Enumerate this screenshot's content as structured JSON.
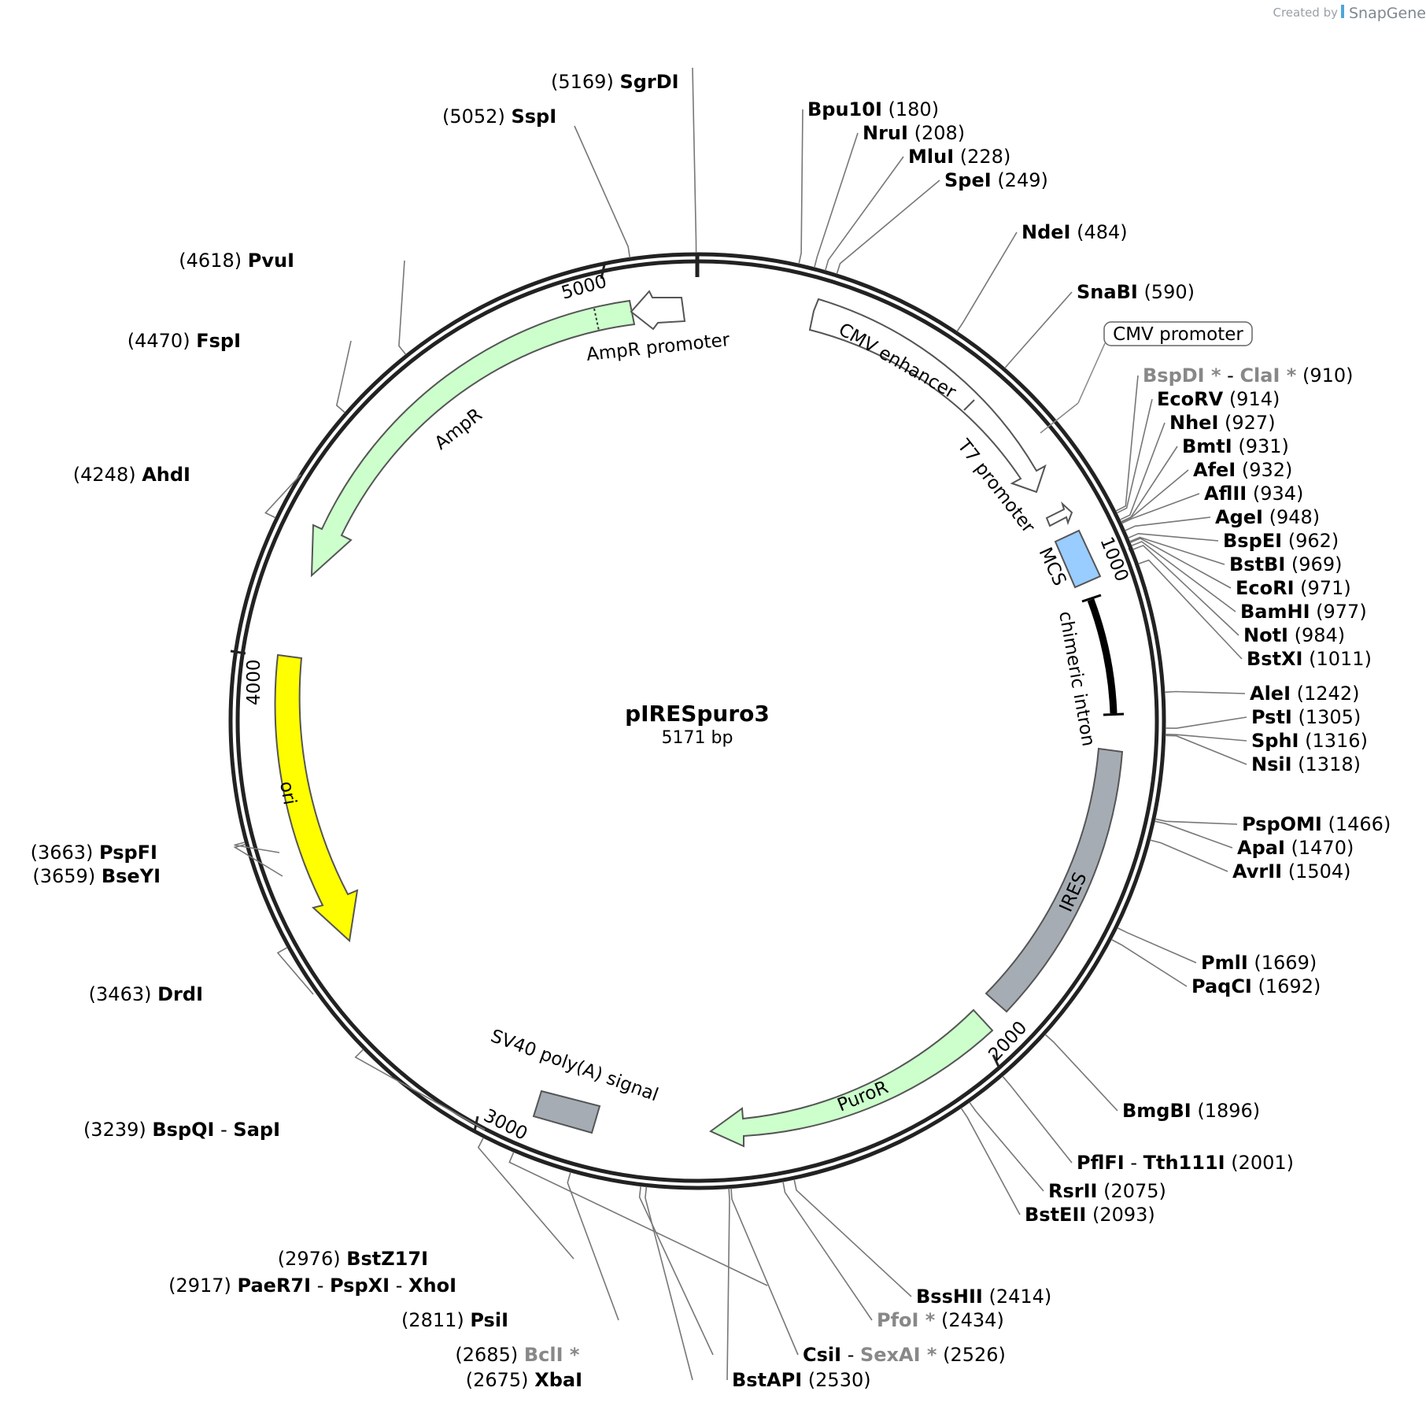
{
  "credit": {
    "prefix": "Created by",
    "brand": "SnapGene"
  },
  "plasmid": {
    "name": "pIRESpuro3",
    "length_label": "5171 bp",
    "length": 5171
  },
  "ticks": [
    "1000",
    "2000",
    "3000",
    "4000",
    "5000"
  ],
  "features": [
    {
      "name": "CMV enhancer",
      "color": "#ffffff"
    },
    {
      "name": "CMV promoter",
      "color": "#ffffff"
    },
    {
      "name": "T7 promoter",
      "color": "#ffffff"
    },
    {
      "name": "MCS",
      "color": "#99ccff"
    },
    {
      "name": "chimeric intron",
      "color": "#000000"
    },
    {
      "name": "IRES",
      "color": "#a6acb3"
    },
    {
      "name": "PuroR",
      "color": "#ccffcc"
    },
    {
      "name": "SV40 poly(A) signal",
      "color": "#a6acb3"
    },
    {
      "name": "ori",
      "color": "#ffff00"
    },
    {
      "name": "AmpR",
      "color": "#ccffcc"
    },
    {
      "name": "AmpR promoter",
      "color": "#ffffff"
    }
  ],
  "sites": [
    {
      "names": [
        "SgrDI"
      ],
      "pos": "(5169)"
    },
    {
      "names": [
        "SspI"
      ],
      "pos": "(5052)"
    },
    {
      "names": [
        "Bpu10I"
      ],
      "pos": "(180)"
    },
    {
      "names": [
        "NruI"
      ],
      "pos": "(208)"
    },
    {
      "names": [
        "MluI"
      ],
      "pos": "(228)"
    },
    {
      "names": [
        "SpeI"
      ],
      "pos": "(249)"
    },
    {
      "names": [
        "NdeI"
      ],
      "pos": "(484)"
    },
    {
      "names": [
        "SnaBI"
      ],
      "pos": "(590)"
    },
    {
      "names": [
        "BspDI *",
        "ClaI *"
      ],
      "pos": "(910)",
      "gray": true
    },
    {
      "names": [
        "EcoRV"
      ],
      "pos": "(914)"
    },
    {
      "names": [
        "NheI"
      ],
      "pos": "(927)"
    },
    {
      "names": [
        "BmtI"
      ],
      "pos": "(931)"
    },
    {
      "names": [
        "AfeI"
      ],
      "pos": "(932)"
    },
    {
      "names": [
        "AflII"
      ],
      "pos": "(934)"
    },
    {
      "names": [
        "AgeI"
      ],
      "pos": "(948)"
    },
    {
      "names": [
        "BspEI"
      ],
      "pos": "(962)"
    },
    {
      "names": [
        "BstBI"
      ],
      "pos": "(969)"
    },
    {
      "names": [
        "EcoRI"
      ],
      "pos": "(971)"
    },
    {
      "names": [
        "BamHI"
      ],
      "pos": "(977)"
    },
    {
      "names": [
        "NotI"
      ],
      "pos": "(984)"
    },
    {
      "names": [
        "BstXI"
      ],
      "pos": "(1011)"
    },
    {
      "names": [
        "AleI"
      ],
      "pos": "(1242)"
    },
    {
      "names": [
        "PstI"
      ],
      "pos": "(1305)"
    },
    {
      "names": [
        "SphI"
      ],
      "pos": "(1316)"
    },
    {
      "names": [
        "NsiI"
      ],
      "pos": "(1318)"
    },
    {
      "names": [
        "PspOMI"
      ],
      "pos": "(1466)"
    },
    {
      "names": [
        "ApaI"
      ],
      "pos": "(1470)"
    },
    {
      "names": [
        "AvrII"
      ],
      "pos": "(1504)"
    },
    {
      "names": [
        "PmlI"
      ],
      "pos": "(1669)"
    },
    {
      "names": [
        "PaqCI"
      ],
      "pos": "(1692)"
    },
    {
      "names": [
        "BmgBI"
      ],
      "pos": "(1896)"
    },
    {
      "names": [
        "PflFI",
        "Tth111I"
      ],
      "pos": "(2001)"
    },
    {
      "names": [
        "RsrII"
      ],
      "pos": "(2075)"
    },
    {
      "names": [
        "BstEII"
      ],
      "pos": "(2093)"
    },
    {
      "names": [
        "BssHII"
      ],
      "pos": "(2414)"
    },
    {
      "names": [
        "PfoI *"
      ],
      "pos": "(2434)",
      "gray": true
    },
    {
      "names": [
        "CsiI",
        "SexAI *"
      ],
      "pos": "(2526)",
      "grayIdx": [
        1
      ]
    },
    {
      "names": [
        "BstAPI"
      ],
      "pos": "(2530)"
    },
    {
      "names": [
        "XbaI"
      ],
      "pos": "(2675)"
    },
    {
      "names": [
        "BclI *"
      ],
      "pos": "(2685)",
      "gray": true
    },
    {
      "names": [
        "PsiI"
      ],
      "pos": "(2811)"
    },
    {
      "names": [
        "PaeR7I",
        "PspXI",
        "XhoI"
      ],
      "pos": "(2917)"
    },
    {
      "names": [
        "BstZ17I"
      ],
      "pos": "(2976)"
    },
    {
      "names": [
        "BspQI",
        "SapI"
      ],
      "pos": "(3239)"
    },
    {
      "names": [
        "DrdI"
      ],
      "pos": "(3463)"
    },
    {
      "names": [
        "BseYI"
      ],
      "pos": "(3659)"
    },
    {
      "names": [
        "PspFI"
      ],
      "pos": "(3663)"
    },
    {
      "names": [
        "AhdI"
      ],
      "pos": "(4248)"
    },
    {
      "names": [
        "FspI"
      ],
      "pos": "(4470)"
    },
    {
      "names": [
        "PvuI"
      ],
      "pos": "(4618)"
    }
  ]
}
